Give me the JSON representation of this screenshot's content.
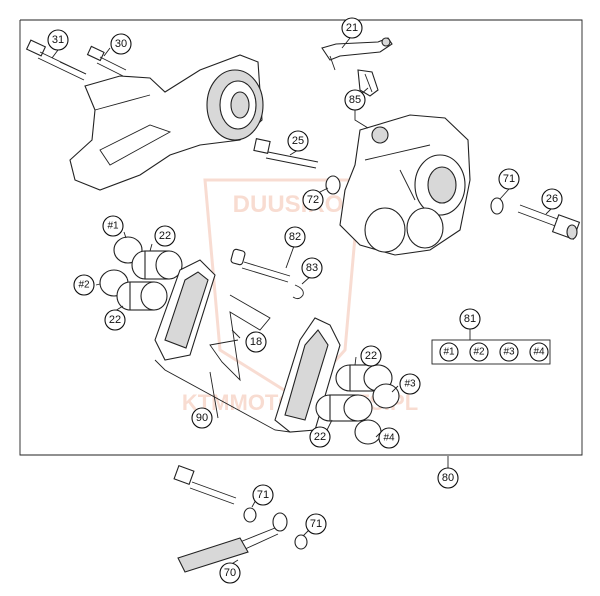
{
  "diagram": {
    "title": "",
    "watermark": {
      "top_text": "DUUSIRO",
      "bottom_text": "KTMMOTORPARTS.PL",
      "color": "#f3c0ad"
    },
    "callouts": {
      "c31": "31",
      "c30": "30",
      "c21": "21",
      "c85": "85",
      "c25": "25",
      "c72": "72",
      "c71a": "71",
      "c26": "26",
      "c82": "82",
      "c83": "83",
      "c1a": "#1",
      "c22a": "22",
      "c2a": "#2",
      "c22b": "22",
      "c18": "18",
      "c81": "81",
      "k1": "#1",
      "k2": "#2",
      "k3": "#3",
      "k4": "#4",
      "c22c": "22",
      "c3": "#3",
      "c90": "90",
      "c22d": "22",
      "c4": "#4",
      "c80": "80",
      "c71b": "71",
      "c71c": "71",
      "c70": "70"
    }
  }
}
